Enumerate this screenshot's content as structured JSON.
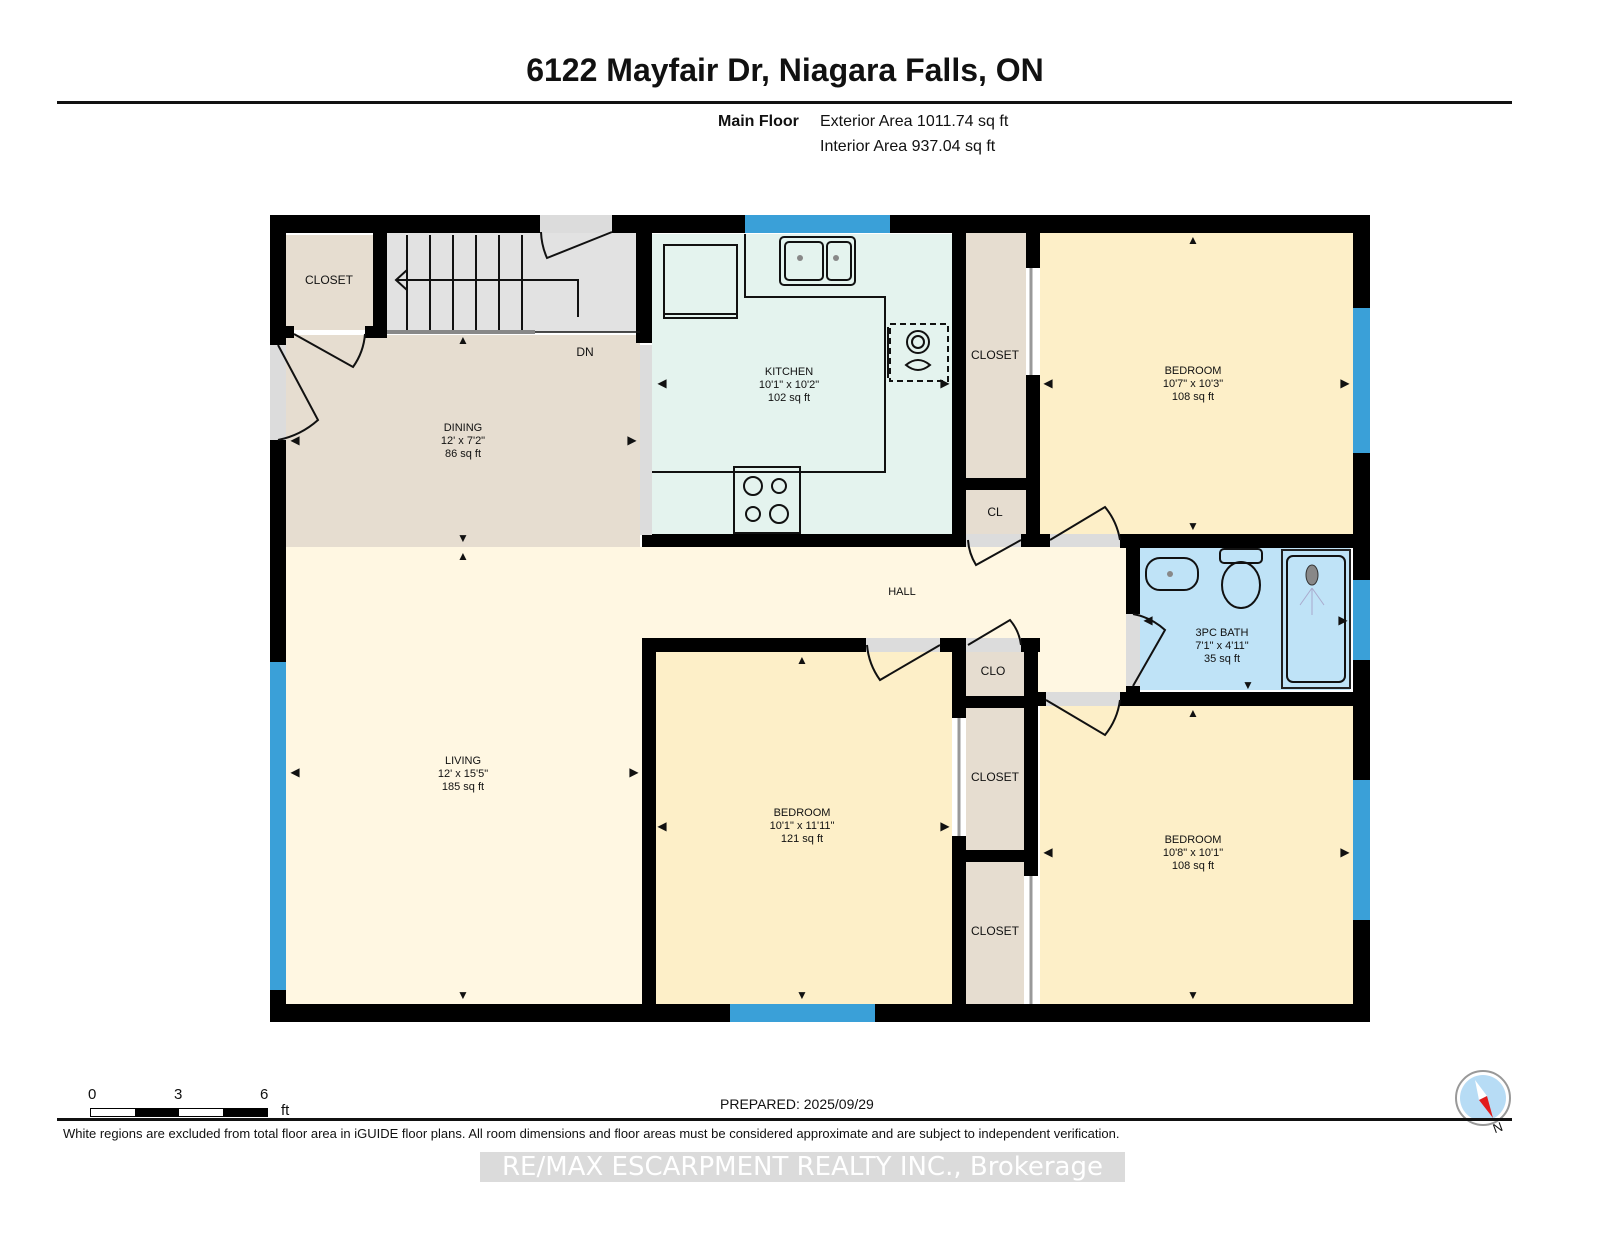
{
  "header": {
    "title": "6122 Mayfair Dr, Niagara Falls, ON",
    "floor_name": "Main Floor",
    "exterior_area": "Exterior Area 1011.74 sq ft",
    "interior_area": "Interior Area 937.04 sq ft"
  },
  "rooms": {
    "closet_nw": {
      "name": "CLOSET"
    },
    "dining": {
      "name": "DINING",
      "dims": "12' x 7'2\"",
      "area": "86 sq ft"
    },
    "stairs": {
      "label": "DN"
    },
    "kitchen": {
      "name": "KITCHEN",
      "dims": "10'1\" x 10'2\"",
      "area": "102 sq ft"
    },
    "closet_kitchen": {
      "name": "CLOSET"
    },
    "cl": {
      "name": "CL"
    },
    "bedroom_ne": {
      "name": "BEDROOM",
      "dims": "10'7\" x 10'3\"",
      "area": "108 sq ft"
    },
    "hall": {
      "name": "HALL"
    },
    "bath": {
      "name": "3PC BATH",
      "dims": "7'1\" x 4'11\"",
      "area": "35 sq ft"
    },
    "living": {
      "name": "LIVING",
      "dims": "12' x 15'5\"",
      "area": "185 sq ft"
    },
    "bedroom_s": {
      "name": "BEDROOM",
      "dims": "10'1\" x 11'11\"",
      "area": "121 sq ft"
    },
    "clo": {
      "name": "CLO"
    },
    "closet_se1": {
      "name": "CLOSET"
    },
    "closet_se2": {
      "name": "CLOSET"
    },
    "bedroom_se": {
      "name": "BEDROOM",
      "dims": "10'8\" x 10'1\"",
      "area": "108 sq ft"
    }
  },
  "colors": {
    "wall": "#000000",
    "window": "#3aa0d8",
    "dining_closet": "#e6ddd0",
    "kitchen": "#e4f3ee",
    "bedroom": "#fdefc8",
    "living_hall": "#fff7e2",
    "bath": "#bfe3f7",
    "stairs": "#e2e2e2"
  },
  "scale_bar": {
    "ticks": [
      "0",
      "3",
      "6"
    ],
    "unit": "ft"
  },
  "prepared": "PREPARED: 2025/09/29",
  "compass": {
    "label": "N"
  },
  "footer": {
    "disclaimer": "White regions are excluded from total floor area in iGUIDE floor plans. All room dimensions and floor areas must be considered approximate and are subject to independent verification.",
    "watermark": "RE/MAX ESCARPMENT REALTY INC., Brokerage"
  }
}
